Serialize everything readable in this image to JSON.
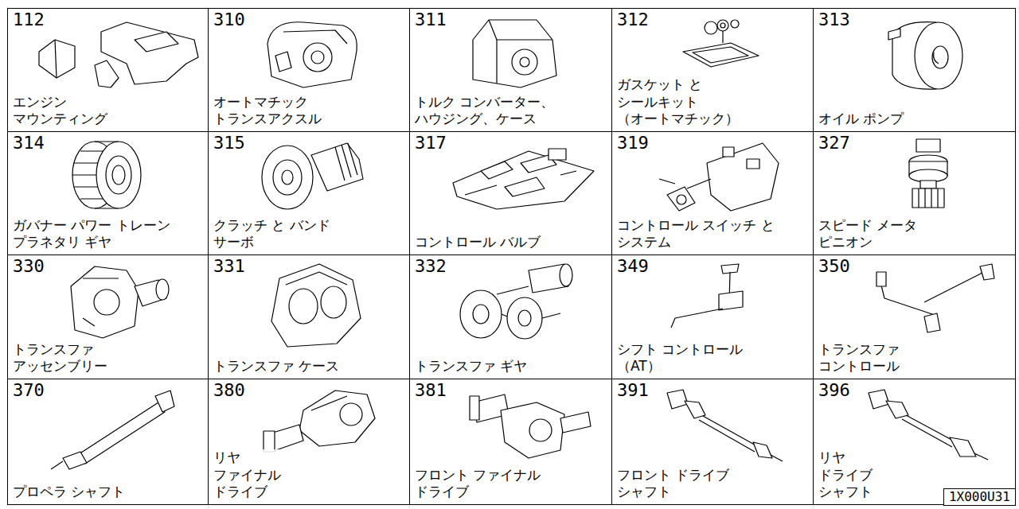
{
  "diagram": {
    "nodes": [
      {
        "text": [
          "112",
          "エンジン マウンティング"
        ]
      },
      {
        "text": [
          "310",
          "オートマチック トランスアクスル"
        ]
      },
      {
        "text": [
          "311",
          "トルク コンバーター、 ハウジング、ケース"
        ]
      },
      {
        "text": [
          "312",
          "ガスケット と シールキット （オートマチック）"
        ]
      },
      {
        "text": [
          "313",
          "オイル ポンプ"
        ]
      },
      {
        "text": [
          "314",
          "ガバナー パワー トレーン プラネタリ ギヤ"
        ]
      },
      {
        "text": [
          "315",
          "クラッチ と バンド サーボ"
        ]
      },
      {
        "text": [
          "317",
          "コントロール バルブ"
        ]
      },
      {
        "text": [
          "319",
          "コントロール スイッチ と システム"
        ]
      },
      {
        "text": [
          "327",
          "スピード メータ ピニオン"
        ]
      },
      {
        "text": [
          "330",
          "トランスファ アッセンブリー"
        ]
      },
      {
        "text": [
          "331",
          "トランスファ ケース"
        ]
      },
      {
        "text": [
          "332",
          "トランスファ ギヤ"
        ]
      },
      {
        "text": [
          "349",
          "シフト コントロール （AT）"
        ]
      },
      {
        "text": [
          "350",
          "トランスファ コントロール"
        ]
      },
      {
        "text": [
          "370",
          "プロペラ シャフト"
        ]
      },
      {
        "text": [
          "380",
          "リヤ ファイナル ドライブ"
        ]
      },
      {
        "text": [
          "381",
          "フロント ファイナル ドライブ"
        ]
      },
      {
        "text": [
          "391",
          "フロント ドライブ シャフト"
        ]
      },
      {
        "text": [
          "396",
          "リヤ ドライブ シャフト"
        ]
      }
    ],
    "labels": [
      "1X000U31"
    ]
  }
}
